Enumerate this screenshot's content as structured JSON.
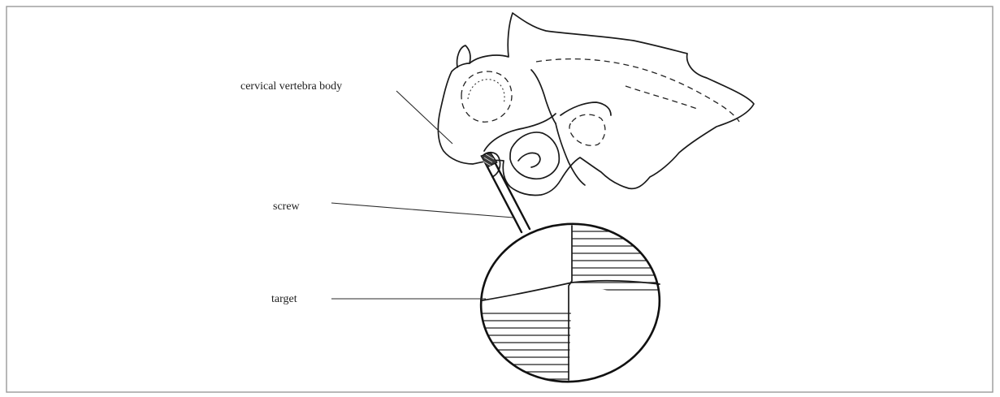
{
  "labels": {
    "vertebra": "cervical vertebra body",
    "screw": "screw",
    "target": "target"
  },
  "colors": {
    "ink": "#1a1a1a",
    "frame": "#9a9a9a",
    "background": "#ffffff"
  }
}
